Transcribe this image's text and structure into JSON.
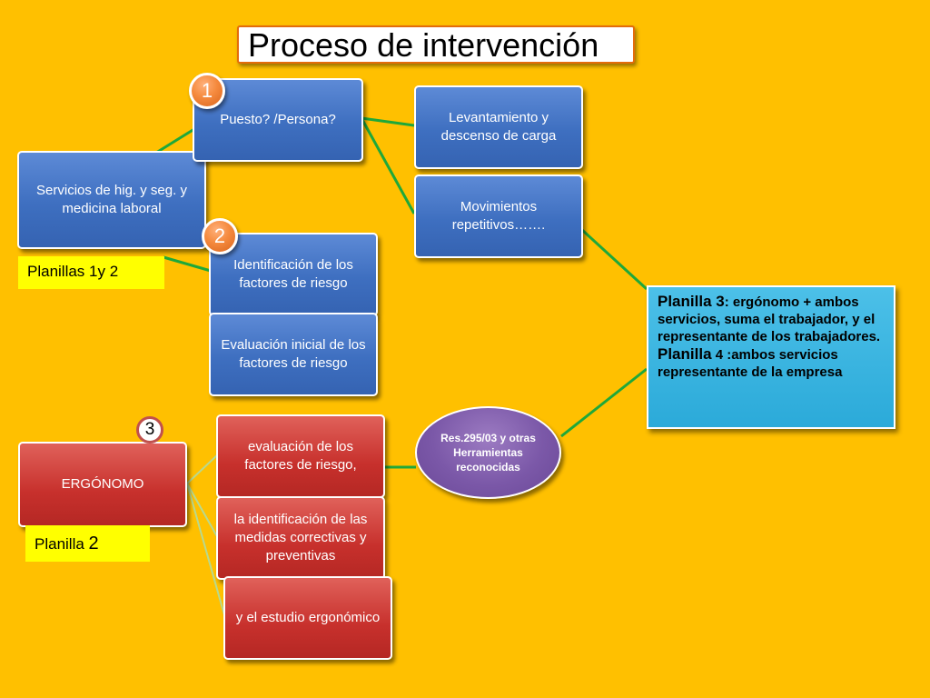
{
  "title": "Proceso de intervención",
  "nodes": {
    "servicios": "Servicios de hig. y seg. y medicina laboral",
    "puesto": "Puesto? /Persona?",
    "levantamiento": "Levantamiento y descenso de carga",
    "movimientos": "Movimientos repetitivos…….",
    "identificacion": "Identificación de los factores de riesgo",
    "evaluacion_inicial": "Evaluación inicial de los factores de riesgo",
    "ergonomo": "ERGÓNOMO",
    "evaluacion_factores": "evaluación de los factores de riesgo,",
    "identificacion_medidas": "la identificación de las medidas correctivas y preventivas",
    "estudio": "y el estudio ergonómico",
    "res": "Res.295/03 y otras Herramientas reconocidas"
  },
  "labels": {
    "planillas_1y2": "Planillas 1y 2",
    "planilla_2_prefix": "Planilla ",
    "planilla_2_num": "2"
  },
  "badges": {
    "one": "1",
    "two": "2",
    "three": "3"
  },
  "note": {
    "p3_title": "Planilla 3",
    "p3_text": ":  ergónomo  + ambos servicios, suma el trabajador, y el representante de los trabajadores.",
    "p4_title": "Planilla",
    "p4_text": " 4 :ambos servicios representante de la empresa"
  },
  "colors": {
    "background": "#FFC000",
    "box_blue": "#4472C4",
    "box_red": "#C0302C",
    "connector": "#00B050",
    "connector_light": "#A9D18E",
    "note_bg": "#31B0DE",
    "oval": "#7B58A8",
    "label_bg": "#FFFF00",
    "badge": "#F58A3E"
  }
}
